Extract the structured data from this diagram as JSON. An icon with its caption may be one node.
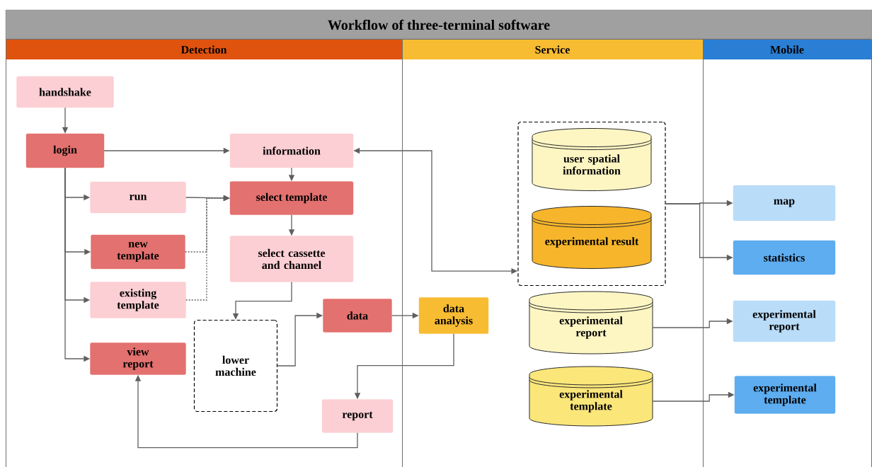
{
  "diagram": {
    "title": "Workflow of three-terminal software",
    "nodes": [
      {
        "text": [
          "Detection"
        ]
      },
      {
        "text": [
          "Service"
        ]
      },
      {
        "text": [
          "Mobile"
        ]
      },
      {
        "text": [
          "handshake"
        ],
        "in": 0
      },
      {
        "text": [
          "login"
        ],
        "in": 0
      },
      {
        "text": [
          "information"
        ],
        "in": 0
      },
      {
        "text": [
          "run"
        ],
        "in": 0
      },
      {
        "text": [
          "select template"
        ],
        "in": 0
      },
      {
        "text": [
          "new template"
        ],
        "in": 0
      },
      {
        "text": [
          "select cassette and channel"
        ],
        "in": 0
      },
      {
        "text": [
          "existing template"
        ],
        "in": 0
      },
      {
        "text": [
          "data"
        ],
        "in": 0
      },
      {
        "text": [
          "view report"
        ],
        "in": 0
      },
      {
        "text": [
          "lower machine"
        ],
        "in": 0
      },
      {
        "text": [
          "report"
        ],
        "in": 0
      },
      {
        "text": [
          "data analysis"
        ],
        "in": 1
      },
      {
        "text": [],
        "shape": "box",
        "in": 1
      },
      {
        "text": [
          "user spatial information"
        ],
        "in": 16
      },
      {
        "text": [
          "experimental result"
        ],
        "in": 16
      },
      {
        "text": [
          "experimental report"
        ],
        "in": 1
      },
      {
        "text": [
          "experimental template"
        ],
        "in": 1
      },
      {
        "text": [
          "map"
        ],
        "in": 2
      },
      {
        "text": [
          "statistics"
        ],
        "in": 2
      },
      {
        "text": [
          "experimental report"
        ],
        "in": 2
      },
      {
        "text": [
          "experimental template"
        ],
        "in": 2
      }
    ],
    "edges": [
      {
        "from": 3,
        "to": 4,
        "arrow": "to"
      },
      {
        "from": 4,
        "to": 5,
        "arrow": "to"
      },
      {
        "from": 4,
        "to": 6,
        "arrow": "to"
      },
      {
        "from": 4,
        "to": 8,
        "arrow": "to"
      },
      {
        "from": 4,
        "to": 10,
        "arrow": "to"
      },
      {
        "from": 4,
        "to": 12,
        "arrow": "to"
      },
      {
        "from": 6,
        "to": 7,
        "arrow": "to"
      },
      {
        "from": 8,
        "to": 7,
        "arrow": "to",
        "style": "dashed"
      },
      {
        "from": 10,
        "to": 7,
        "arrow": "to",
        "style": "dashed"
      },
      {
        "from": 5,
        "to": 7,
        "arrow": "to"
      },
      {
        "from": 7,
        "to": 9,
        "arrow": "to"
      },
      {
        "from": 9,
        "to": 13,
        "arrow": "to"
      },
      {
        "from": 13,
        "to": 11,
        "arrow": "to"
      },
      {
        "from": 11,
        "to": 15,
        "arrow": "to"
      },
      {
        "from": 15,
        "to": 14,
        "arrow": "to"
      },
      {
        "from": 14,
        "to": 12,
        "arrow": "to"
      },
      {
        "from": 5,
        "to": 16,
        "arrow": "both"
      },
      {
        "from": 16,
        "to": 21,
        "arrow": "to"
      },
      {
        "from": 16,
        "to": 22,
        "arrow": "to"
      },
      {
        "from": 19,
        "to": 23,
        "arrow": "to"
      },
      {
        "from": 20,
        "to": 24,
        "arrow": "to"
      }
    ]
  }
}
